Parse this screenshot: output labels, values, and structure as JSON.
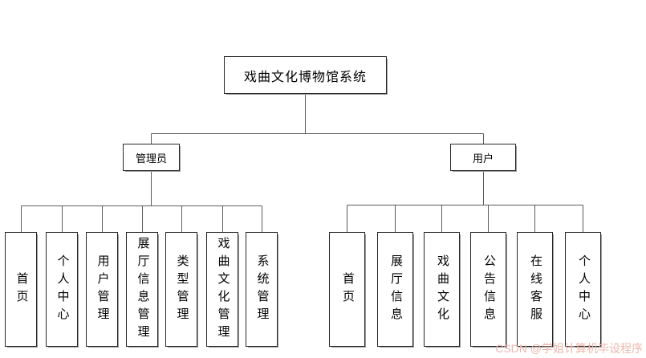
{
  "diagram": {
    "root": "戏曲文化博物馆系统",
    "admin": {
      "label": "管理员",
      "children": [
        "首页",
        "个人中心",
        "用户管理",
        "展厅信息管理",
        "类型管理",
        "戏曲文化管理",
        "系统管理"
      ]
    },
    "user": {
      "label": "用户",
      "children": [
        "首页",
        "展厅信息",
        "戏曲文化",
        "公告信息",
        "在线客服",
        "个人中心"
      ]
    }
  },
  "watermark": {
    "text": "CSDN @学姐计算机毕设程序"
  },
  "colors": {
    "background": "#ffffff",
    "connector_line": "#5b5b5b",
    "box_border": "#262626",
    "box_shadow": "#9a9a9a",
    "text": "#000000",
    "watermark": "#eeb7ad"
  }
}
